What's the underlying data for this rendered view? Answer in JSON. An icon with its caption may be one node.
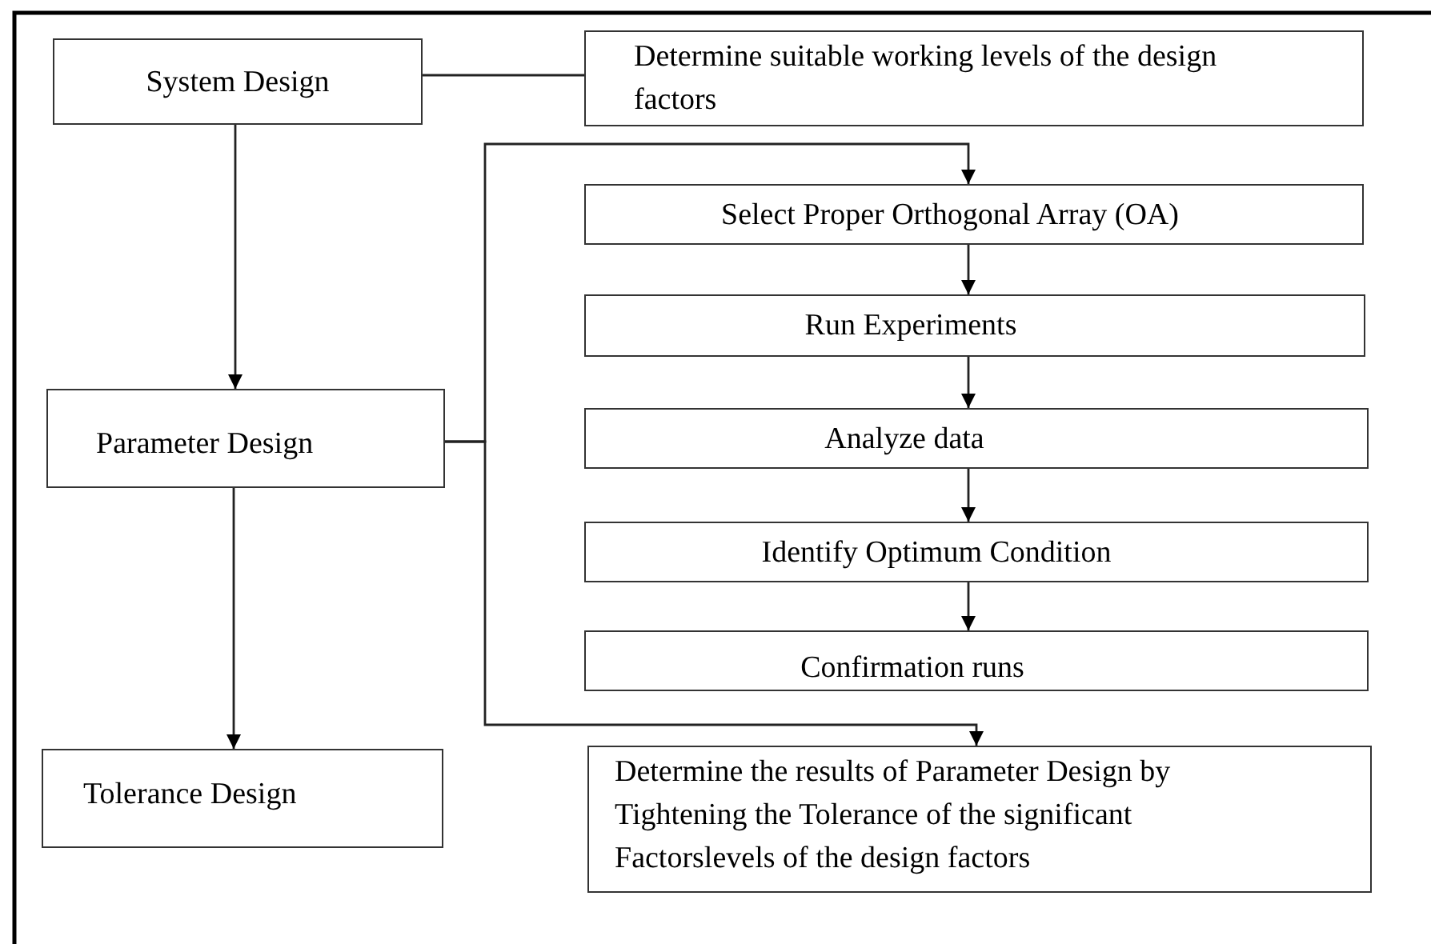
{
  "diagram": {
    "nodes": [
      {
        "text": [
          "System Design"
        ]
      },
      {
        "text": [
          "Determine suitable working levels of the design factors"
        ]
      },
      {
        "text": [
          "Parameter Design"
        ]
      },
      {
        "text": [
          "Select Proper Orthogonal Array (OA)"
        ]
      },
      {
        "text": [
          "Run Experiments"
        ]
      },
      {
        "text": [
          "Analyze data"
        ]
      },
      {
        "text": [
          "Identify Optimum Condition"
        ]
      },
      {
        "text": [
          "Confirmation runs"
        ]
      },
      {
        "text": [
          "Tolerance Design"
        ]
      },
      {
        "text": [
          "Determine the results of Parameter Design by Tightening the Tolerance of the significant Factorslevels of the design factors"
        ]
      }
    ],
    "edges": [
      {
        "from": 0,
        "to": 1,
        "arrow": "none"
      },
      {
        "from": 0,
        "to": 2,
        "arrow": "to"
      },
      {
        "from": 2,
        "to": 3,
        "arrow": "to"
      },
      {
        "from": 3,
        "to": 4,
        "arrow": "to"
      },
      {
        "from": 4,
        "to": 5,
        "arrow": "to"
      },
      {
        "from": 5,
        "to": 6,
        "arrow": "to"
      },
      {
        "from": 6,
        "to": 7,
        "arrow": "to"
      },
      {
        "from": 2,
        "to": 9,
        "arrow": "to"
      },
      {
        "from": 2,
        "to": 8,
        "arrow": "to"
      }
    ]
  }
}
